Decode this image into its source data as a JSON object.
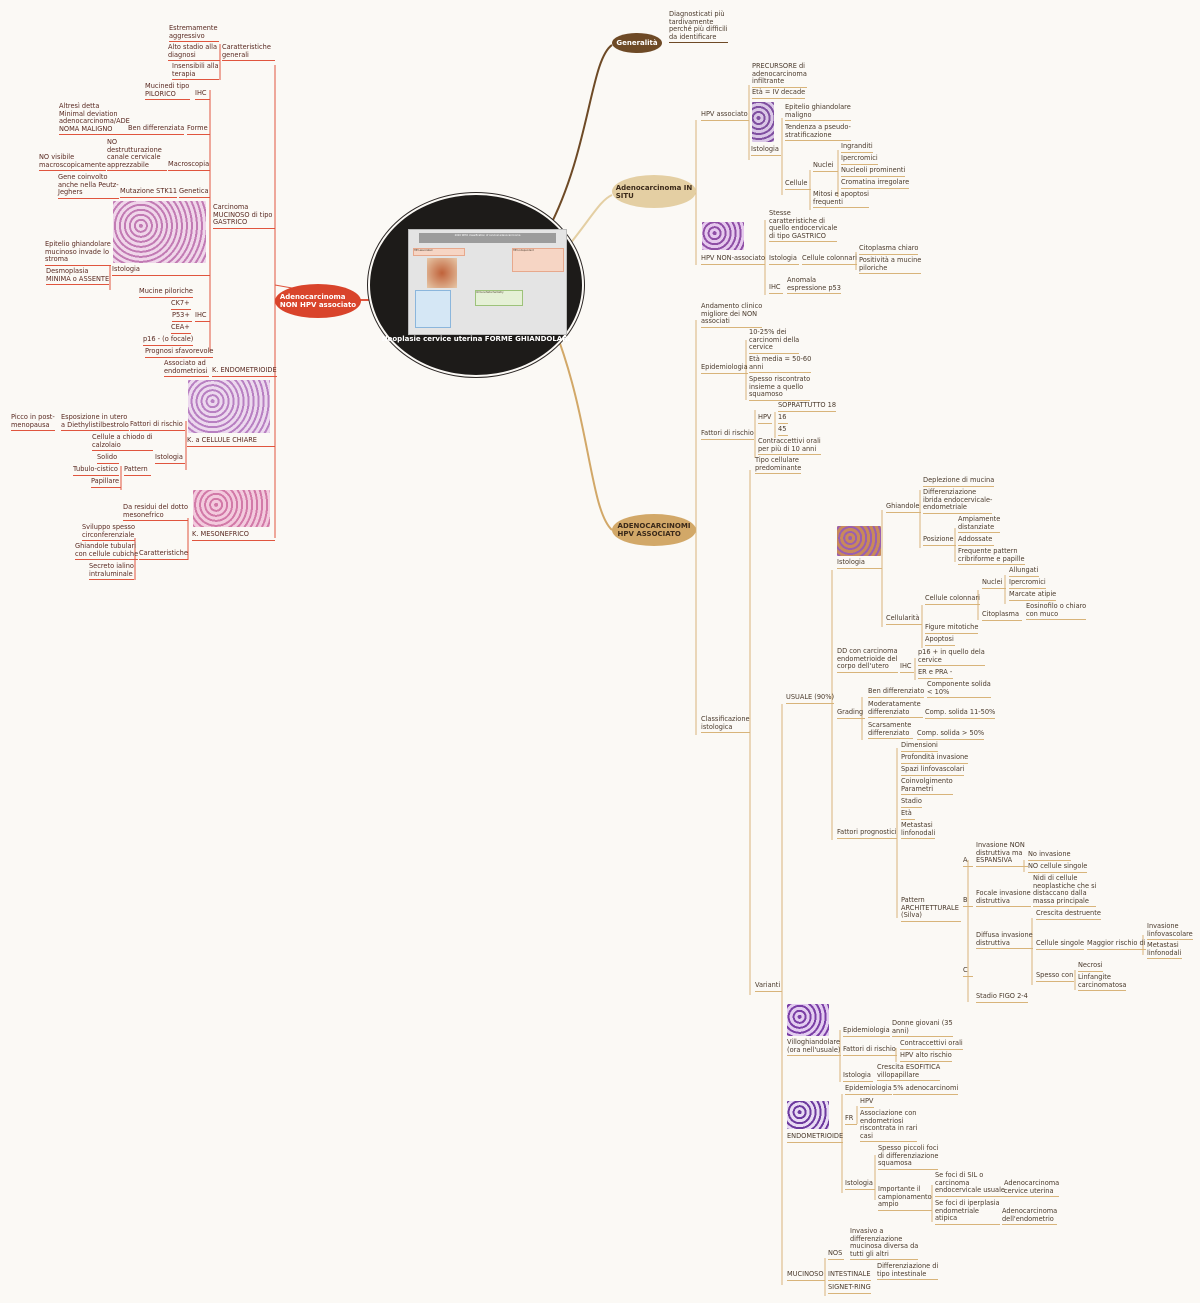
{
  "center": {
    "caption": "Neoplasie cervice uterina FORME GHIANDOLARI",
    "slide_title": "2020 WHO classification of cervical adenocarcinoma",
    "slide_left": "HPV-associated",
    "slide_right": "HPV-independent",
    "slide_ihc": "Immunohistochemistry"
  },
  "main_topics": {
    "non_hpv": "Adenocarcinoma\nNON HPV associato",
    "generalita": "Generalità",
    "in_situ": "Adenocarcinoma IN\nSITU",
    "hpv_assoc": "ADENOCARCINOMI\nHPV ASSOCIATO"
  },
  "colors": {
    "red": "#d9442b",
    "dark_brown": "#6e4a26",
    "tan": "#e4cfa3",
    "gold": "#d2a868",
    "center": "#1d1b19"
  },
  "generalita": [
    "Diagnosticati più\ntardivamente\nperché più difficili\nda identificare"
  ],
  "non_hpv": [
    "Estremamente\naggressivo",
    "Alto stadio alla\ndiagnosi",
    "Insensibili alla\nterapia",
    "Caratteristiche\ngenerali",
    "Mucinedi tipo\nPILORICO",
    "IHC",
    "Altresì detta\nMinimal deviation\nadenocarcinoma/ADE\nNOMA MALIGNO",
    "Ben differenziata",
    "Forme",
    "NO\ndestrutturazione\ncanale cervicale\napprezzabile",
    "NO visibile\nmacroscopicamente",
    "Macroscopia",
    "Gene coinvolto\nanche nella Peutz-\nJeghers",
    "Mutazione STK11",
    "Genetica",
    "Carcinoma\nMUCINOSO di tipo\nGASTRICO",
    "Epitelio ghiandolare\nmucinoso invade lo\nstroma",
    "Desmoplasia\nMINIMA o ASSENTE",
    "Istologia",
    "Mucine piloriche",
    "CK7+",
    "P53+",
    "IHC",
    "CEA+",
    "p16 - (o focale)",
    "Prognosi sfavorevole",
    "Associato ad\nendometriosi",
    "K. ENDOMETRIOIDE",
    "K. a CELLULE CHIARE",
    "Picco in post-\nmenopausa",
    "Esposizione in utero\na Diethylistilbestrolo",
    "Fattori di rischio",
    "Cellule a chiodo di\ncalzolaio",
    "Istologia",
    "Solido",
    "Pattern",
    "Tubulo-cistico",
    "Papillare",
    "Da residui del dotto\nmesonefrico",
    "K. MESONEFRICO",
    "Sviluppo spesso\ncirconferenziale",
    "Ghiandole tubulari\ncon cellule cubiche",
    "Caratteristiche",
    "Secreto ialino\nintraluminale"
  ],
  "in_situ": [
    "HPV associato",
    "PRECURSORE di\nadenocarcinoma\ninfiltrante",
    "Età = IV decade",
    "Istologia",
    "Epitelio ghiandolare\nmaligno",
    "Tendenza a pseudo-\nstratificazione",
    "Ingranditi",
    "Ipercromici",
    "Nuclei",
    "Nucleoli prominenti",
    "Cromatina irregolare",
    "Cellule",
    "Mitosi e apoptosi\nfrequenti",
    "HPV NON-associato",
    "Stesse\ncaratteristiche di\nquello endocervicale\ndi tipo GASTRICO",
    "Istologia",
    "Cellule colonnari",
    "Citoplasma chiaro",
    "Positività a mucine\npiloriche",
    "IHC",
    "Anomala\nespressione p53"
  ],
  "hpv_assoc": [
    "Andamento clinico\nmigliore dei NON\nassociati",
    "Epidemiologia",
    "10-25% dei\ncarcinomi della\ncervice",
    "Età media = 50-60\nanni",
    "Spesso riscontrato\ninsieme a quello\nsquamoso",
    "SOPRATTUTTO 18",
    "HPV",
    "16",
    "45",
    "Fattori di rischio",
    "Contraccettivi orali\nper più di 10 anni",
    "Tipo cellulare\npredominante",
    "Classificazione\nistologica",
    "USUALE (90%)",
    "Varianti",
    "Istologia",
    "Ghiandole",
    "Deplezione di mucina",
    "Differenziazione\nibrida endocervicale-\nendometriale",
    "Ampiamente\ndistanziate",
    "Posizione",
    "Addossate",
    "Frequente pattern\ncribriforme e papille",
    "Allungati",
    "Ipercromici",
    "Nuclei",
    "Marcate atipie",
    "Cellule colonnari",
    "Citoplasma",
    "Eosinofilo o chiaro\ncon muco",
    "Cellularità",
    "Figure mitotiche",
    "Apoptosi",
    "DD con carcinoma\nendometrioide del\ncorpo dell'utero",
    "IHC",
    "p16 + in quello dela\ncervice",
    "ER e PRA -",
    "Ben differenziato",
    "Componente solida\n< 10%",
    "Grading",
    "Moderatamente\ndifferenziato",
    "Comp. solida 11-50%",
    "Scarsamente\ndifferenziato",
    "Comp. solida > 50%",
    "Dimensioni",
    "Profondità invasione",
    "Spazi linfovascolari",
    "Coinvolgimento\nParametri",
    "Stadio",
    "Età",
    "Metastasi\nlinfonodali",
    "Fattori prognostici",
    "A",
    "Invasione NON\ndistruttiva ma\nESPANSIVA",
    "No invasione",
    "NO cellule singole",
    "Pattern\nARCHITETTURALE\n(Silva)",
    "B",
    "Focale invasione\ndistruttiva",
    "Nidi di cellule\nneoplastiche che si\ndistaccano dalla\nmassa principale",
    "C",
    "Diffusa invasione\ndistruttiva",
    "Crescita destruente",
    "Cellule singole",
    "Maggior rischio di",
    "Invasione\nlinfovascolare",
    "Metastasi\nlinfonodali",
    "Spesso con",
    "Necrosi",
    "Linfangite\ncarcinomatosa",
    "Stadio FIGO 2-4",
    "Villoghiandolare\n(ora nell'usuale)",
    "Epidemiologia",
    "Donne giovani (35\nanni)",
    "Fattori di rischio",
    "Contraccettivi orali",
    "HPV alto rischio",
    "Istologia",
    "Crescita ESOFITICA\nvillopapillare",
    "ENDOMETRIOIDE",
    "Epidemiologia",
    "5% adenocarcinomi",
    "HPV",
    "FR",
    "Associazione con\nendometriosi\nriscontrata in rari\ncasi",
    "Istologia",
    "Spesso piccoli foci\ndi differenziazione\nsquamosa",
    "Importante il\ncampionamento\nampio",
    "Se foci di SIL o\ncarcinoma\nendocervicale usuale",
    "Adenocarcinoma\ncervice uterina",
    "Se foci di iperplasia\nendometriale\natipica",
    "Adenocarcinoma\ndell'endometrio",
    "Invasivo a\ndifferenziazione\nmucinosa diversa da\ntutti gli altri",
    "NOS",
    "MUCINOSO",
    "INTESTINALE",
    "Differenziazione di\ntipo intestinale",
    "SIGNET-RING"
  ]
}
